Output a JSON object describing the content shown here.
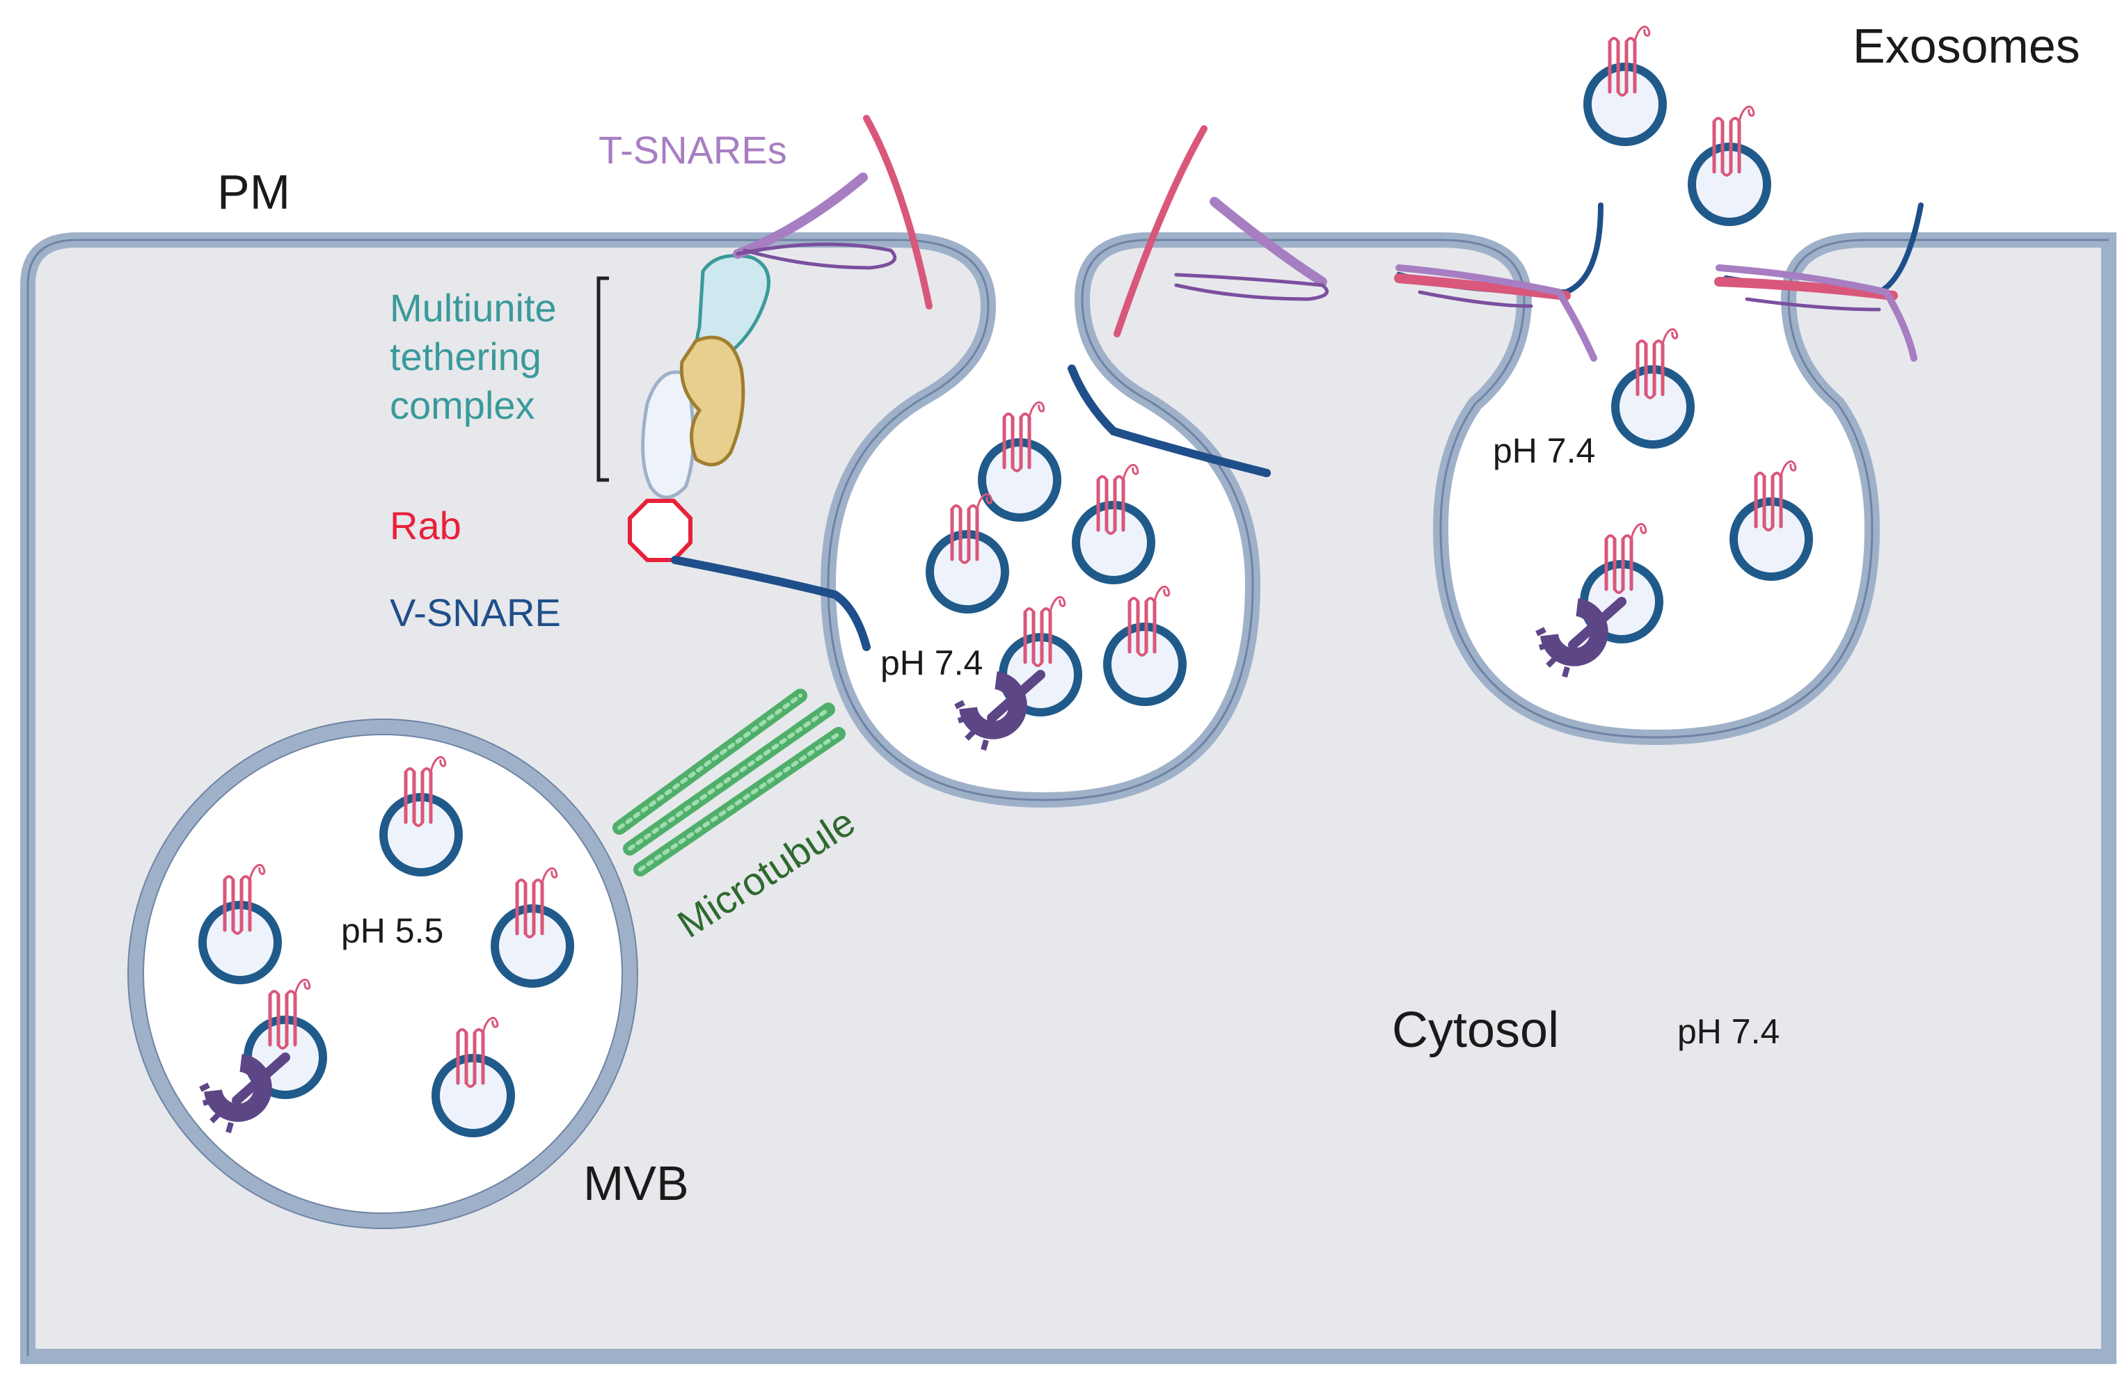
{
  "labels": {
    "pm": "PM",
    "t_snares": "T-SNAREs",
    "tethering_line1": "Multiunite",
    "tethering_line2": "tethering",
    "tethering_line3": "complex",
    "rab": "Rab",
    "v_snare": "V-SNARE",
    "microtubule": "Microtubule",
    "mvb": "MVB",
    "cytosol": "Cytosol",
    "cytosol_ph": "pH 7.4",
    "exosomes": "Exosomes",
    "mvb_ph": "pH 5.5",
    "docking_ph": "pH 7.4",
    "fused_ph": "pH 7.4"
  },
  "colors": {
    "cytosol_fill": "#e7e8ec",
    "membrane": "#9fb1c9",
    "membrane_edge": "#6f84a4",
    "vesicle_ring": "#1f5a8a",
    "vesicle_fill": "#eef3fb",
    "protein_pink": "#d9577a",
    "t_snare_purple": "#a77ec2",
    "tether_teal": "#3a9a9a",
    "tether_tan": "#e8cf8d",
    "rab_red": "#e8213a",
    "v_snare_blue": "#1f4f8a",
    "microtubule_green": "#4faf6a",
    "receptor_purple": "#5d4686"
  },
  "icons": [
    "exosome-icon",
    "tetraspanin-icon",
    "microtubule-icon",
    "rab-icon",
    "receptor-icon"
  ]
}
